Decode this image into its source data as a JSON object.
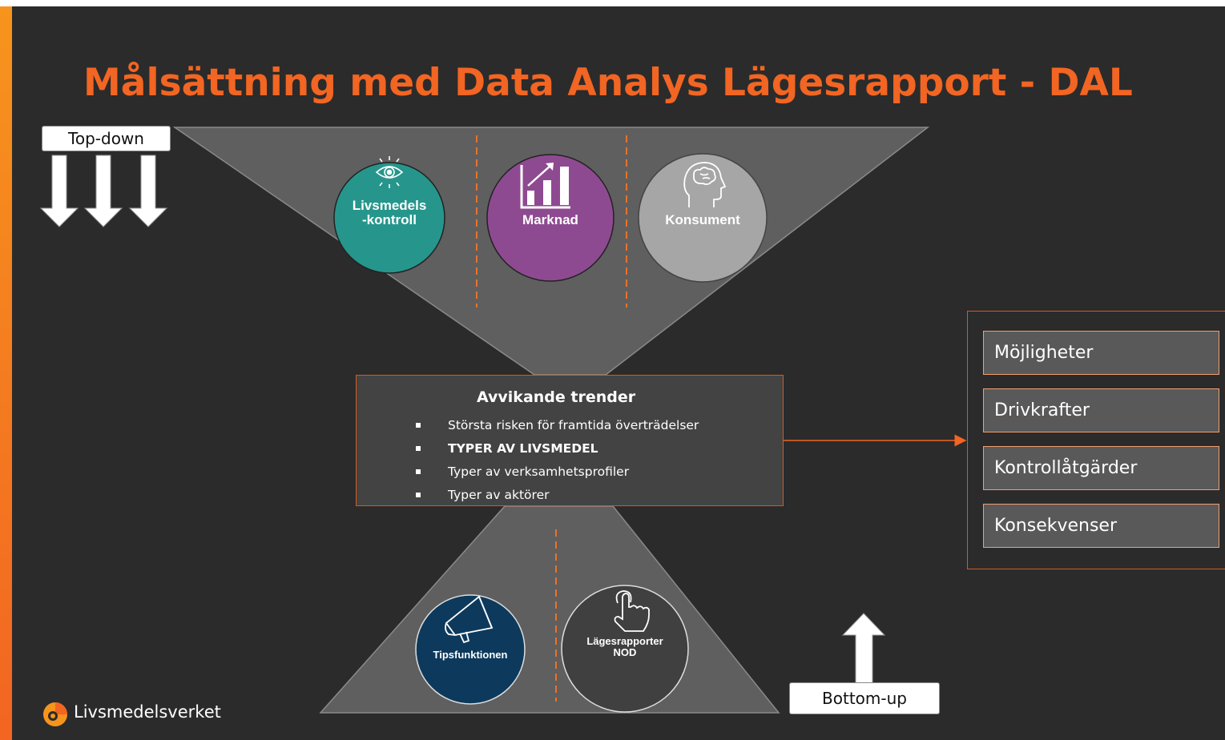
{
  "title": "Målsättning med Data Analys Lägesrapport - DAL",
  "top_down_label": "Top-down",
  "bottom_up_label": "Bottom-up",
  "top_circles": [
    {
      "label": "Livsmedels\n-kontroll",
      "icon": "eye-icon",
      "color": "#26968c"
    },
    {
      "label": "Marknad",
      "icon": "bar-chart-growth-icon",
      "color": "#8e4a91"
    },
    {
      "label": "Konsument",
      "icon": "head-brain-icon",
      "color": "#a6a6a6"
    }
  ],
  "bottom_circles": [
    {
      "label": "Tipsfunktionen",
      "icon": "megaphone-icon",
      "color": "#0d3a5c"
    },
    {
      "label": "Lägesrapporter\nNOD",
      "icon": "hand-pointer-icon",
      "color": "#404040"
    }
  ],
  "center": {
    "title": "Avvikande trender",
    "items": [
      {
        "text": "Största risken för framtida överträdelser",
        "bold": false
      },
      {
        "text": "TYPER AV LIVSMEDEL",
        "bold": true
      },
      {
        "text": "Typer av verksamhetsprofiler",
        "bold": false
      },
      {
        "text": "Typer av aktörer",
        "bold": false
      }
    ]
  },
  "right_items": [
    "Möjligheter",
    "Drivkrafter",
    "Kontrollåtgärder",
    "Konsekvenser"
  ],
  "logo_text": "Livsmedelsverket",
  "colors": {
    "accent": "#f26522",
    "background": "#2b2b2b",
    "funnel": "#5f5f5f"
  }
}
